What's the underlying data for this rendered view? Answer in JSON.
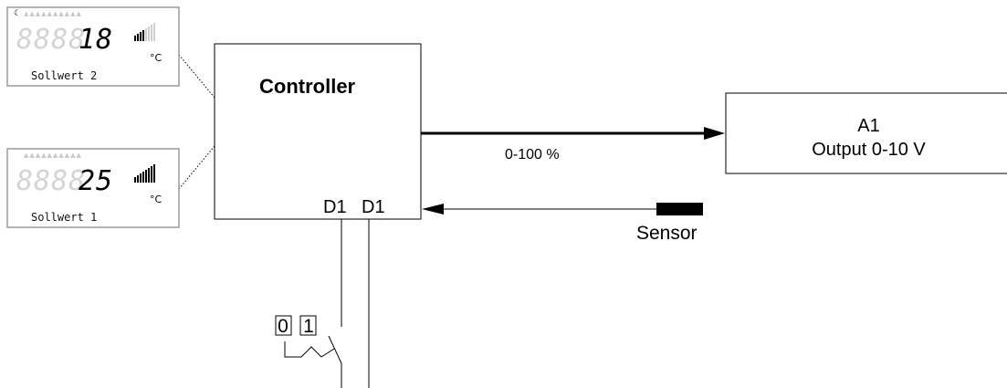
{
  "controller": {
    "title": "Controller",
    "inputs": [
      "D1",
      "D1"
    ]
  },
  "output": {
    "line1": "A1",
    "line2": "Output 0-10 V"
  },
  "signal_label": "0-100 %",
  "sensor_label": "Sensor",
  "switch": {
    "positions": [
      "0",
      "1"
    ]
  },
  "displays": [
    {
      "value": "18",
      "ghost_digits": "8888",
      "unit": "°C",
      "label": "Sollwert 2",
      "bar_level": 0.5,
      "night_icon": "moon-icon"
    },
    {
      "value": "25",
      "ghost_digits": "8888",
      "unit": "°C",
      "label": "Sollwert 1",
      "bar_level": 1.0,
      "night_icon": "moon-icon"
    }
  ],
  "colors": {
    "line": "#000000",
    "panel_border": "#9a9a9a",
    "ghost_segment": "#d4d4d4",
    "sensor_block": "#000000"
  }
}
